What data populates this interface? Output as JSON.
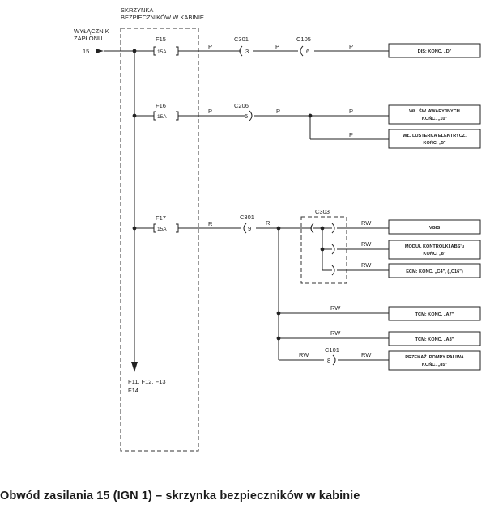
{
  "box_title_line1": "SKRZYNKA",
  "box_title_line2": "BEZPIECZNIKÓW W KABINIE",
  "switch_line1": "WYŁĄCZNIK",
  "switch_line2": "ZAPŁONU",
  "input_terminal": "15",
  "fuses": [
    {
      "name": "F15",
      "rating": "15A"
    },
    {
      "name": "F16",
      "rating": "15A"
    },
    {
      "name": "F17",
      "rating": "15A"
    }
  ],
  "other_fuses_line1": "F11, F12, F13",
  "other_fuses_line2": "F14",
  "connectors": {
    "c301_a": {
      "name": "C301",
      "pin": "3"
    },
    "c105": {
      "name": "C105",
      "pin": "6"
    },
    "c206": {
      "name": "C206",
      "pin": "5"
    },
    "c301_b": {
      "name": "C301",
      "pin": "9"
    },
    "c303": {
      "name": "C303"
    },
    "c101": {
      "name": "C101",
      "pin": "8"
    }
  },
  "wire_colors": {
    "p": "P",
    "r": "R",
    "rw": "RW"
  },
  "targets": [
    {
      "line1": "DIS: KONC. „D\"",
      "line2": ""
    },
    {
      "line1": "WŁ. ŚW. AWARYJNYCH",
      "line2": "KOŃC. „10\""
    },
    {
      "line1": "WŁ. LUSTERKA ELEKTRYCZ.",
      "line2": "KOŃC. „5\""
    },
    {
      "line1": "VGIS",
      "line2": ""
    },
    {
      "line1": "MODUŁ KONTROLKI ABS'u",
      "line2": "KOŃC. „8\""
    },
    {
      "line1": "ECM: KOŃC. „C4\", („C16\")",
      "line2": ""
    },
    {
      "line1": "TCM: KOŃC. „A7\"",
      "line2": ""
    },
    {
      "line1": "TCM: KOŃC. „A8\"",
      "line2": ""
    },
    {
      "line1": "PRZEKAŹ. POMPY PALIWA",
      "line2": "KOŃC. „85\""
    }
  ],
  "caption": "Obwód zasilania 15 (IGN 1) – skrzynka bezpieczników w kabinie"
}
